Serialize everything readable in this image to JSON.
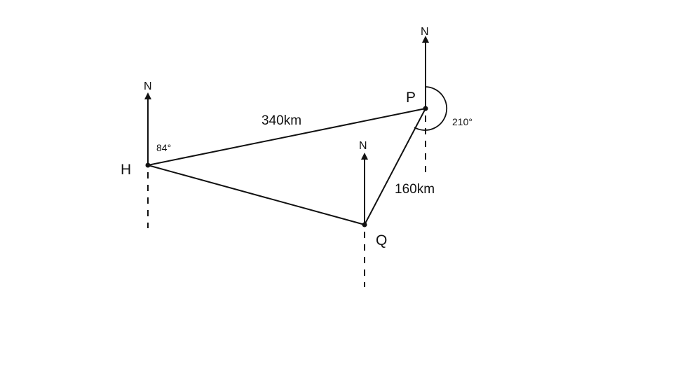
{
  "points": {
    "h": "H",
    "p": "P",
    "q": "Q"
  },
  "north": {
    "h": "N",
    "p": "N",
    "q": "N"
  },
  "distances": {
    "hp": "340km",
    "pq": "160km"
  },
  "bearings": {
    "h": "84°",
    "p": "210°"
  },
  "colors": {
    "ink": "#111111",
    "background": "#ffffff"
  }
}
